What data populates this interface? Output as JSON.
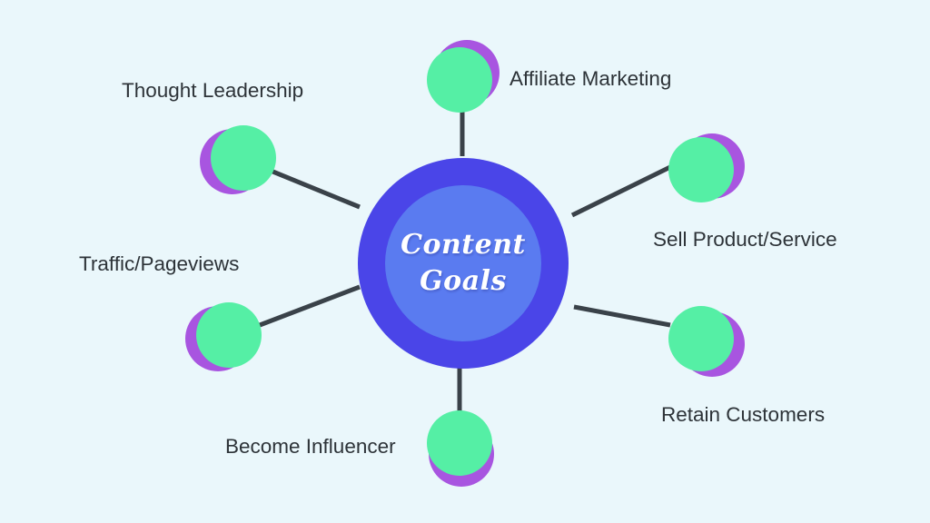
{
  "diagram": {
    "title": "Content Goals",
    "background_color": "#eaf7fb",
    "hub": {
      "line1": "Content",
      "line2": "Goals",
      "text": "Content\nGoals",
      "outer_color": "#4a45e8",
      "inner_color": "#5a7bf0",
      "text_color": "#ffffff"
    },
    "node_colors": {
      "front": "#55efa5",
      "back": "#a855e0",
      "connector": "#3a4249"
    },
    "nodes": [
      {
        "id": "affiliate-marketing",
        "label": "Affiliate Marketing",
        "position": "top",
        "shadow_offset": "up-right"
      },
      {
        "id": "sell-product-service",
        "label": "Sell Product/Service",
        "position": "top-right",
        "shadow_offset": "right"
      },
      {
        "id": "retain-customers",
        "label": "Retain Customers",
        "position": "bottom-right",
        "shadow_offset": "right-down"
      },
      {
        "id": "become-influencer",
        "label": "Become Influencer",
        "position": "bottom",
        "shadow_offset": "down"
      },
      {
        "id": "traffic-pageviews",
        "label": "Traffic/Pageviews",
        "position": "bottom-left",
        "shadow_offset": "left"
      },
      {
        "id": "thought-leadership",
        "label": "Thought Leadership",
        "position": "top-left",
        "shadow_offset": "left"
      }
    ]
  }
}
